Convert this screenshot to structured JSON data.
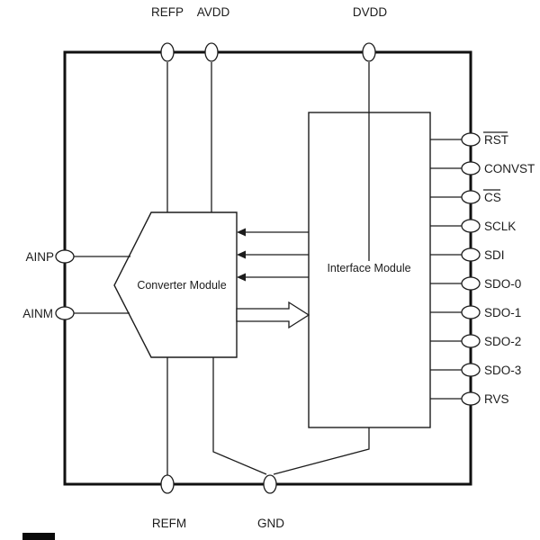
{
  "diagram": {
    "modules": {
      "converter_label": "Converter Module",
      "interface_label": "Interface Module"
    },
    "pins": {
      "top": [
        "REFP",
        "AVDD",
        "DVDD"
      ],
      "left": [
        "AINP",
        "AINM"
      ],
      "bottom": [
        "REFM",
        "GND"
      ],
      "right": [
        "RST",
        "CONVST",
        "CS",
        "SCLK",
        "SDI",
        "SDO-0",
        "SDO-1",
        "SDO-2",
        "SDO-3",
        "RVS"
      ],
      "overlined_pins": [
        "RST",
        "CS"
      ]
    },
    "colors": {
      "line": "#1c1c1c",
      "background": "#ffffff",
      "module_fill": "#ffffff"
    }
  }
}
